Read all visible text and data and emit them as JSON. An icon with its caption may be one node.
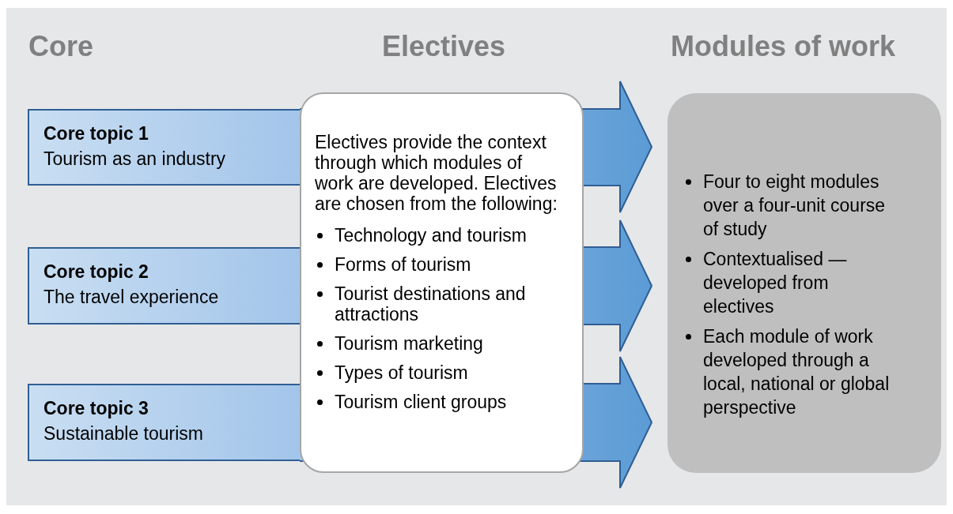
{
  "diagram": {
    "nodes": [
      {
        "text": [
          "Core topic 1",
          "Tourism as an industry"
        ]
      },
      {
        "text": [
          "Core topic 2",
          "The travel experience"
        ]
      },
      {
        "text": [
          "Core topic 3",
          "Sustainable tourism"
        ]
      },
      {
        "text": [
          "Electives provide the context through which modules of work are developed. Electives are chosen from the following:",
          "Technology and tourism",
          "Forms of tourism",
          "Tourist destinations and attractions",
          "Tourism marketing",
          "Types of tourism",
          "Tourism client groups"
        ]
      },
      {
        "text": [
          "Four to eight modules over a four-unit course of study",
          "Contextualised — developed from electives",
          "Each module of work developed through a local, national or global perspective"
        ]
      }
    ],
    "edges": [
      {
        "from": 0,
        "to": 4,
        "arrow": "to"
      },
      {
        "from": 1,
        "to": 4,
        "arrow": "to"
      },
      {
        "from": 2,
        "to": 4,
        "arrow": "to"
      }
    ],
    "labels": [
      "Core",
      "Electives",
      "Modules of work"
    ]
  }
}
